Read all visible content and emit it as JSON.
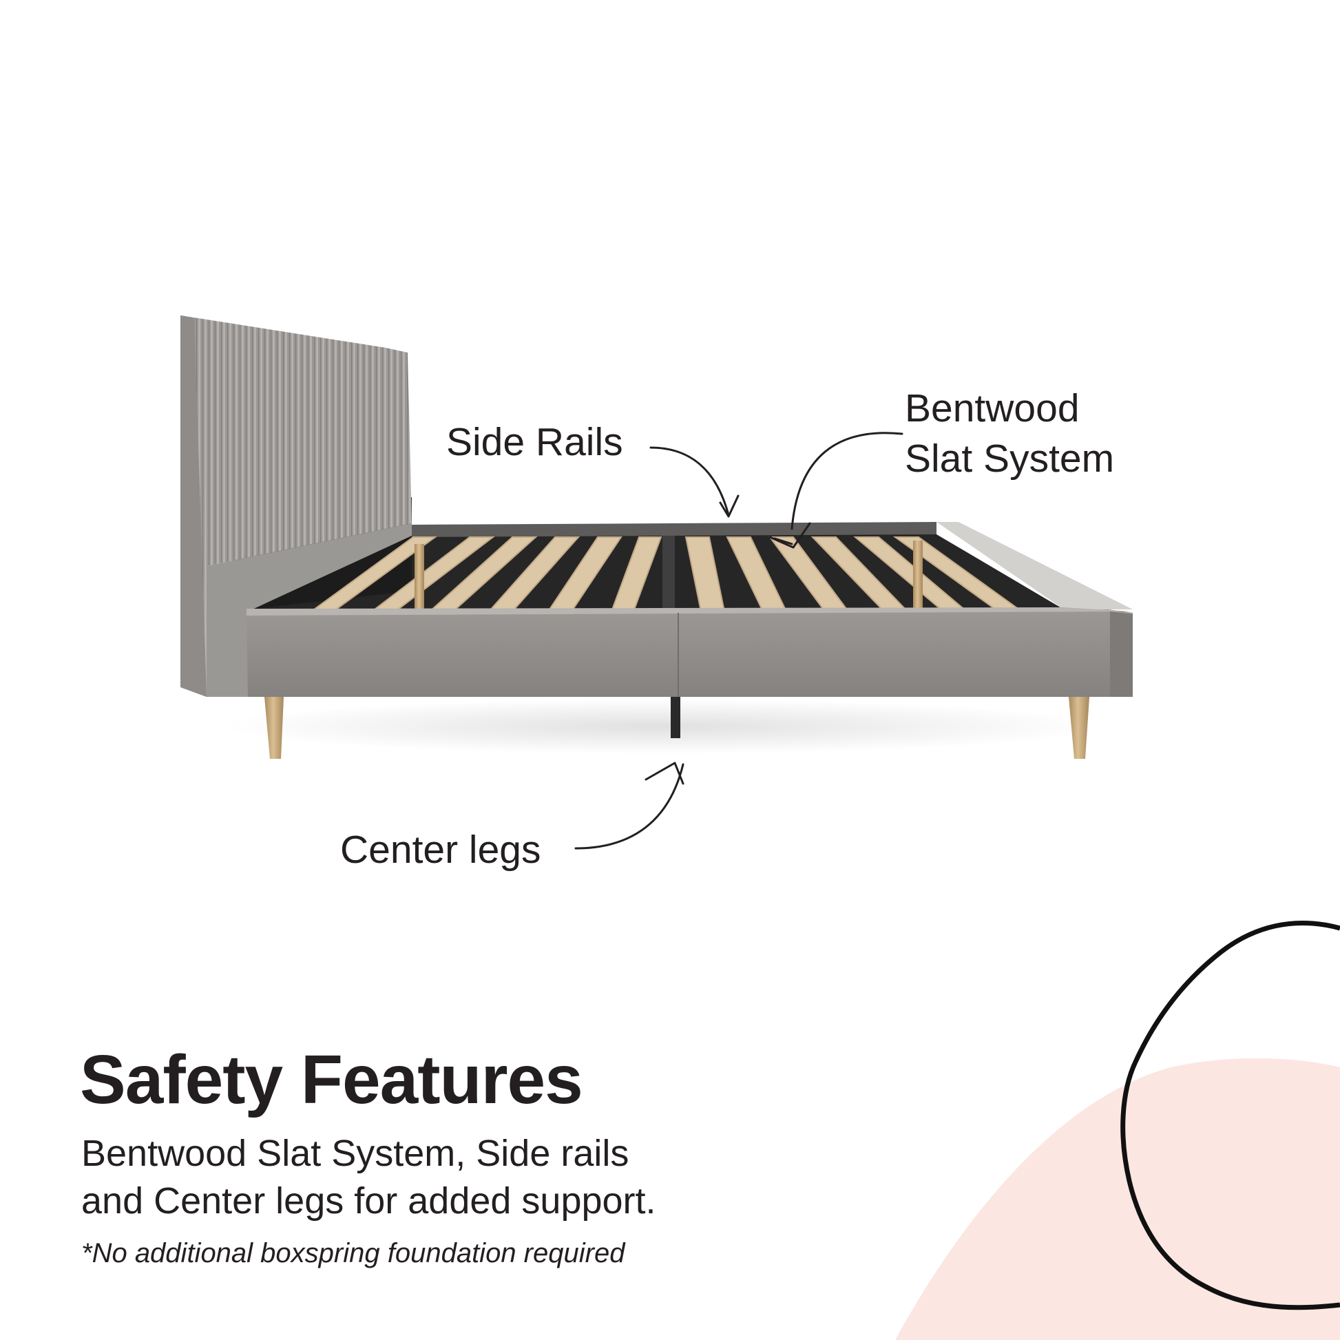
{
  "callouts": {
    "side_rails": "Side Rails",
    "bentwood_line1": "Bentwood",
    "bentwood_line2": "Slat System",
    "center_legs": "Center legs"
  },
  "headline": "Safety Features",
  "description": {
    "line1": "Bentwood Slat System, Side rails",
    "line2": "and Center legs for added support."
  },
  "footnote": "*No additional boxspring foundation required",
  "colors": {
    "text": "#231f20",
    "background": "#ffffff",
    "accent_blob": "#fbe6e1",
    "upholstery": "#8f8c89",
    "slat_wood": "#dcc7a6",
    "leg_gold": "#c9a878",
    "frame_dark": "#242424"
  },
  "icons": [
    "curved-arrow-icon",
    "outline-blob-decoration",
    "pink-blob-decoration"
  ]
}
